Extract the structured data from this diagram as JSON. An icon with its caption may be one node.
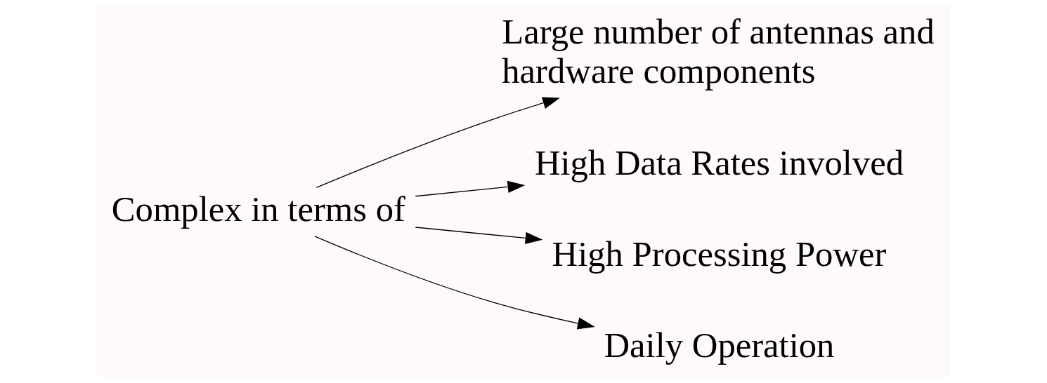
{
  "diagram": {
    "nodes": [
      {
        "text": [
          "Complex in terms of"
        ]
      },
      {
        "text": [
          "Large number of antennas and hardware components"
        ]
      },
      {
        "text": [
          "High Data Rates involved"
        ]
      },
      {
        "text": [
          "High Processing Power"
        ]
      },
      {
        "text": [
          "Daily Operation"
        ]
      }
    ],
    "edges": [
      {
        "from": 0,
        "to": 1,
        "arrow": "to"
      },
      {
        "from": 0,
        "to": 2,
        "arrow": "to"
      },
      {
        "from": 0,
        "to": 3,
        "arrow": "to"
      },
      {
        "from": 0,
        "to": 4,
        "arrow": "to"
      }
    ]
  }
}
